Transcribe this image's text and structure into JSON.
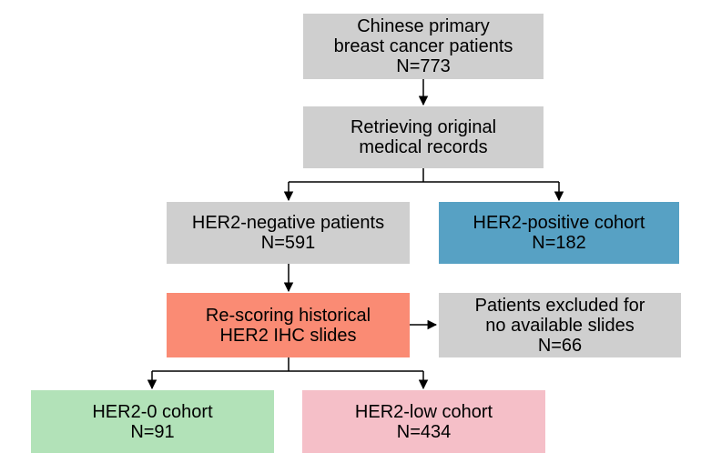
{
  "nodes": {
    "patients": {
      "lines": [
        "Chinese primary",
        "breast cancer patients",
        "N=773"
      ],
      "color": "#cfcfcf"
    },
    "retrieving": {
      "lines": [
        "Retrieving original",
        "medical records"
      ],
      "color": "#cfcfcf"
    },
    "her2neg": {
      "lines": [
        "HER2-negative patients",
        "N=591"
      ],
      "color": "#cfcfcf"
    },
    "her2pos": {
      "lines": [
        "HER2-positive cohort",
        "N=182"
      ],
      "color": "#57a1c4"
    },
    "rescoring": {
      "lines": [
        "Re-scoring historical",
        "HER2 IHC slides"
      ],
      "color": "#fa8b74"
    },
    "excluded": {
      "lines": [
        "Patients excluded for",
        "no available slides",
        "N=66"
      ],
      "color": "#cfcfcf"
    },
    "her2zero": {
      "lines": [
        "HER2-0 cohort",
        "N=91"
      ],
      "color": "#b2e2b8"
    },
    "her2low": {
      "lines": [
        "HER2-low cohort",
        "N=434"
      ],
      "color": "#f5bfc8"
    }
  },
  "edges": [
    {
      "from": "patients",
      "to": "retrieving"
    },
    {
      "from": "retrieving",
      "to": "her2neg"
    },
    {
      "from": "retrieving",
      "to": "her2pos"
    },
    {
      "from": "her2neg",
      "to": "rescoring"
    },
    {
      "from": "rescoring",
      "to": "excluded"
    },
    {
      "from": "rescoring",
      "to": "her2zero"
    },
    {
      "from": "rescoring",
      "to": "her2low"
    }
  ]
}
